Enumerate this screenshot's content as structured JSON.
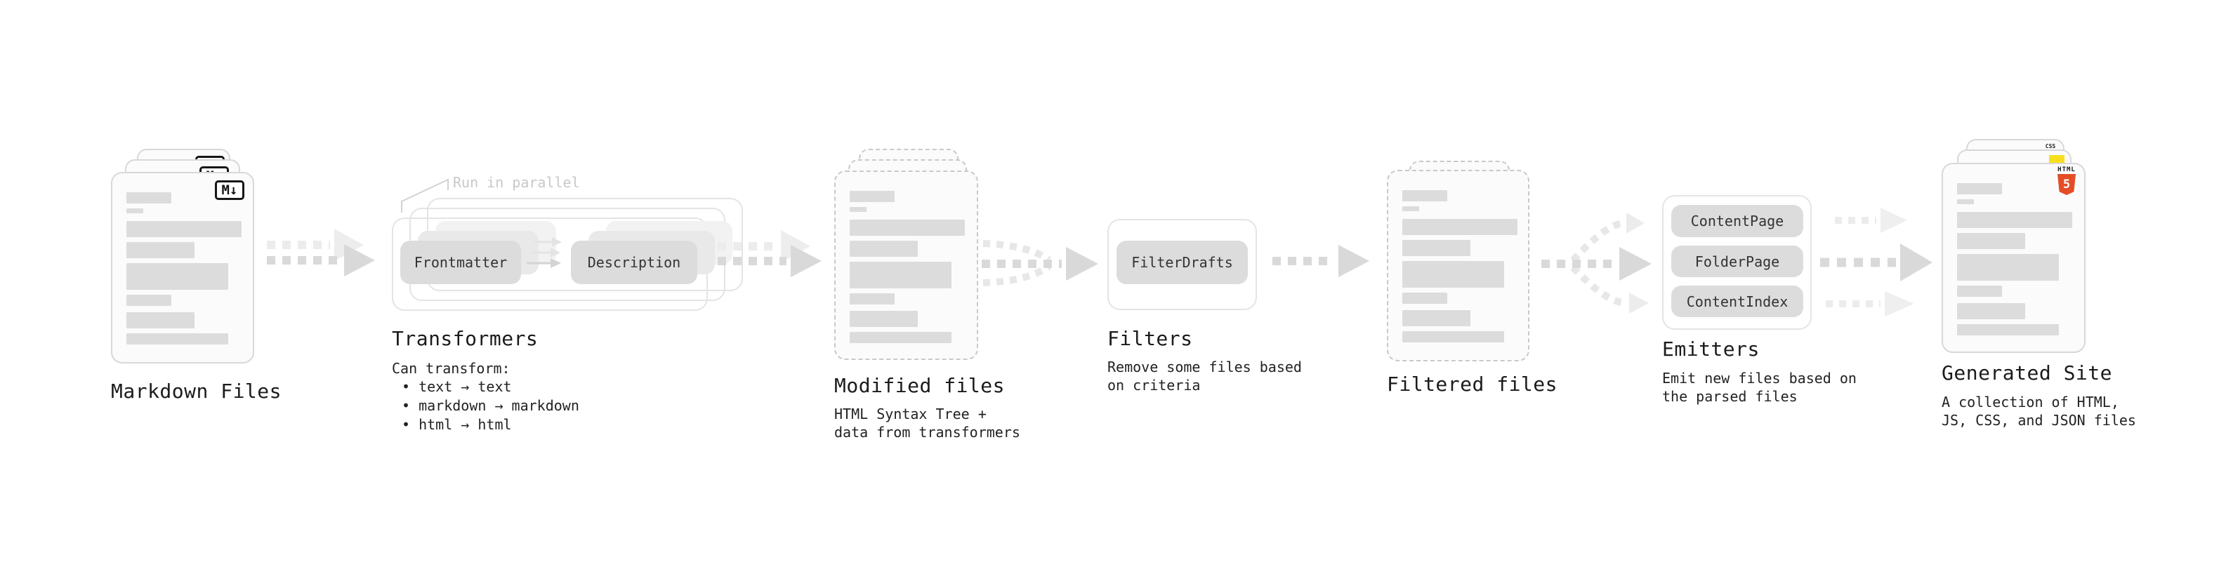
{
  "diagram": {
    "markdown_files": {
      "label": "Markdown Files",
      "badge": "M↓"
    },
    "transformers": {
      "note": "Run in parallel",
      "box_left": "Frontmatter",
      "box_right": "Description",
      "title": "Transformers",
      "intro": "Can transform:",
      "bullets": [
        "text → text",
        "markdown → markdown",
        "html → html"
      ]
    },
    "modified_files": {
      "label": "Modified files",
      "desc": [
        "HTML Syntax Tree +",
        "data from transformers"
      ]
    },
    "filters": {
      "title": "Filters",
      "box": "FilterDrafts",
      "desc": [
        "Remove some files based",
        "on criteria"
      ]
    },
    "filtered_files": {
      "label": "Filtered files"
    },
    "emitters": {
      "title": "Emitters",
      "boxes": [
        "ContentPage",
        "FolderPage",
        "ContentIndex"
      ],
      "desc": [
        "Emit new files based on",
        "the parsed files"
      ]
    },
    "generated_site": {
      "label": "Generated Site",
      "desc": [
        "A collection of HTML,",
        "JS, CSS, and JSON files"
      ],
      "badge_css": "CSS",
      "badge_html_word": "HTML",
      "badge_html_number": "5"
    }
  },
  "colors": {
    "html5_orange": "#e44d26",
    "js_yellow": "#f7df1e",
    "css_blue": "#2962ef",
    "bar_gray": "#dcdcdc"
  }
}
